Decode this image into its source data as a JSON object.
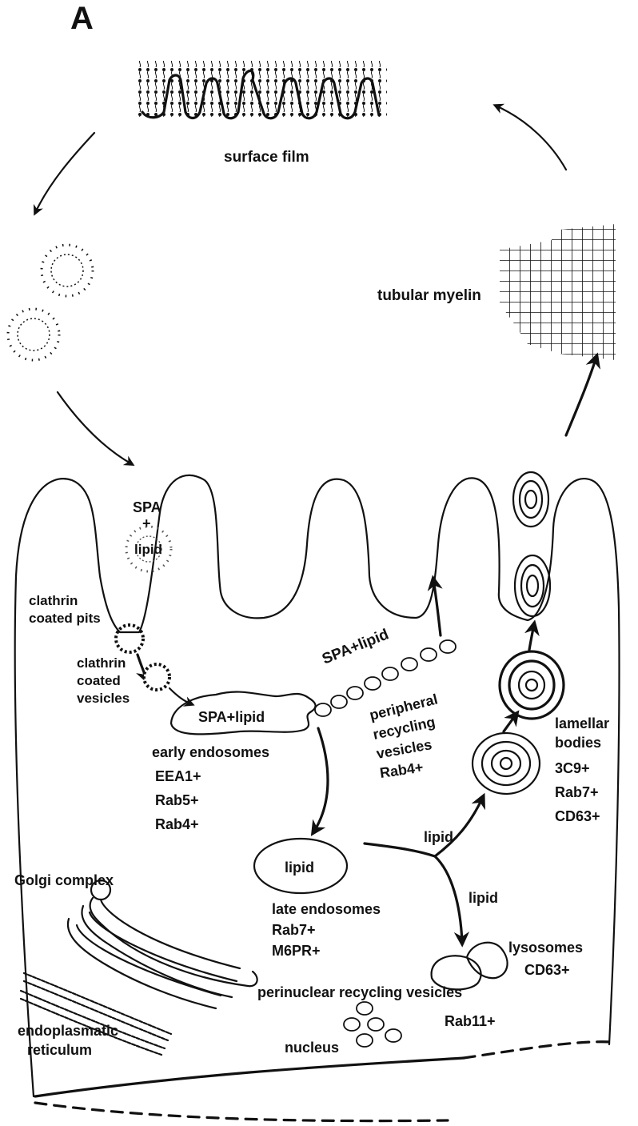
{
  "panel_label": "A",
  "labels": {
    "surface_film": "surface film",
    "tubular_myelin": "tubular myelin",
    "spa": "SPA",
    "plus": "+",
    "lipid_in_pit": "lipid",
    "clathrin_pits_line1": "clathrin",
    "clathrin_pits_line2": "coated pits",
    "clathrin_vesicles_line1": "clathrin",
    "clathrin_vesicles_line2": "coated",
    "clathrin_vesicles_line3": "vesicles",
    "spa_lipid_endosome": "SPA+lipid",
    "spa_lipid_beads": "SPA+lipid",
    "peripheral_line1": "peripheral",
    "peripheral_line2": "recycling",
    "peripheral_line3": "vesicles",
    "peripheral_line4": "Rab4+",
    "early_endosomes": "early endosomes",
    "eea1": "EEA1+",
    "rab5": "Rab5+",
    "rab4": "Rab4+",
    "lamellar_line1": "lamellar",
    "lamellar_line2": "bodies",
    "lamellar_3c9": "3C9+",
    "lamellar_rab7": "Rab7+",
    "lamellar_cd63": "CD63+",
    "lipid_to_lamellar": "lipid",
    "lipid_late": "lipid",
    "lipid_to_lysosome": "lipid",
    "golgi": "Golgi complex",
    "late_endosomes": "late endosomes",
    "late_rab7": "Rab7+",
    "late_m6pr": "M6PR+",
    "lysosomes": "lysosomes",
    "lysosomes_cd63": "CD63+",
    "perinuclear": "perinuclear recycling vesicles",
    "rab11": "Rab11+",
    "er_line1": "endoplasmatic",
    "er_line2": "reticulum",
    "nucleus": "nucleus"
  }
}
